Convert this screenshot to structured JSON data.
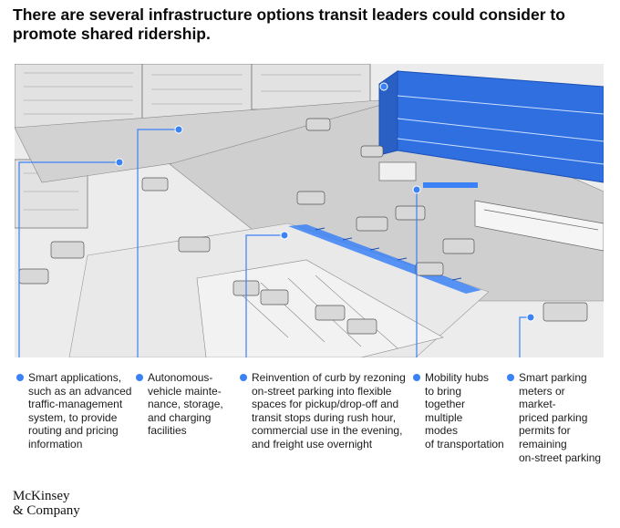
{
  "title": "There are several infrastructure options transit leaders could consider to promote shared ridership.",
  "callouts": [
    {
      "text": "Smart applications,\nsuch as an advanced\ntraffic-management\nsystem, to provide\nrouting and pricing\ninformation"
    },
    {
      "text": "Autonomous-\nvehicle mainte-\nnance, storage,\nand charging\nfacilities"
    },
    {
      "text": "Reinvention of curb by rezoning\non-street parking into flexible\nspaces for pickup/drop-off and\ntransit stops during rush hour,\ncommercial use in the evening,\nand freight use overnight"
    },
    {
      "text": "Mobility hubs\nto bring\ntogether\nmultiple\nmodes\nof transportation"
    },
    {
      "text": "Smart parking\nmeters or\nmarket-\npriced parking\npermits for\nremaining\non-street parking"
    }
  ],
  "logo": "McKinsey\n& Company",
  "colors": {
    "accent": "#3b82f6",
    "garage": "#2f6fe0",
    "street": "#cfcfcf",
    "building": "#e6e6e6"
  }
}
